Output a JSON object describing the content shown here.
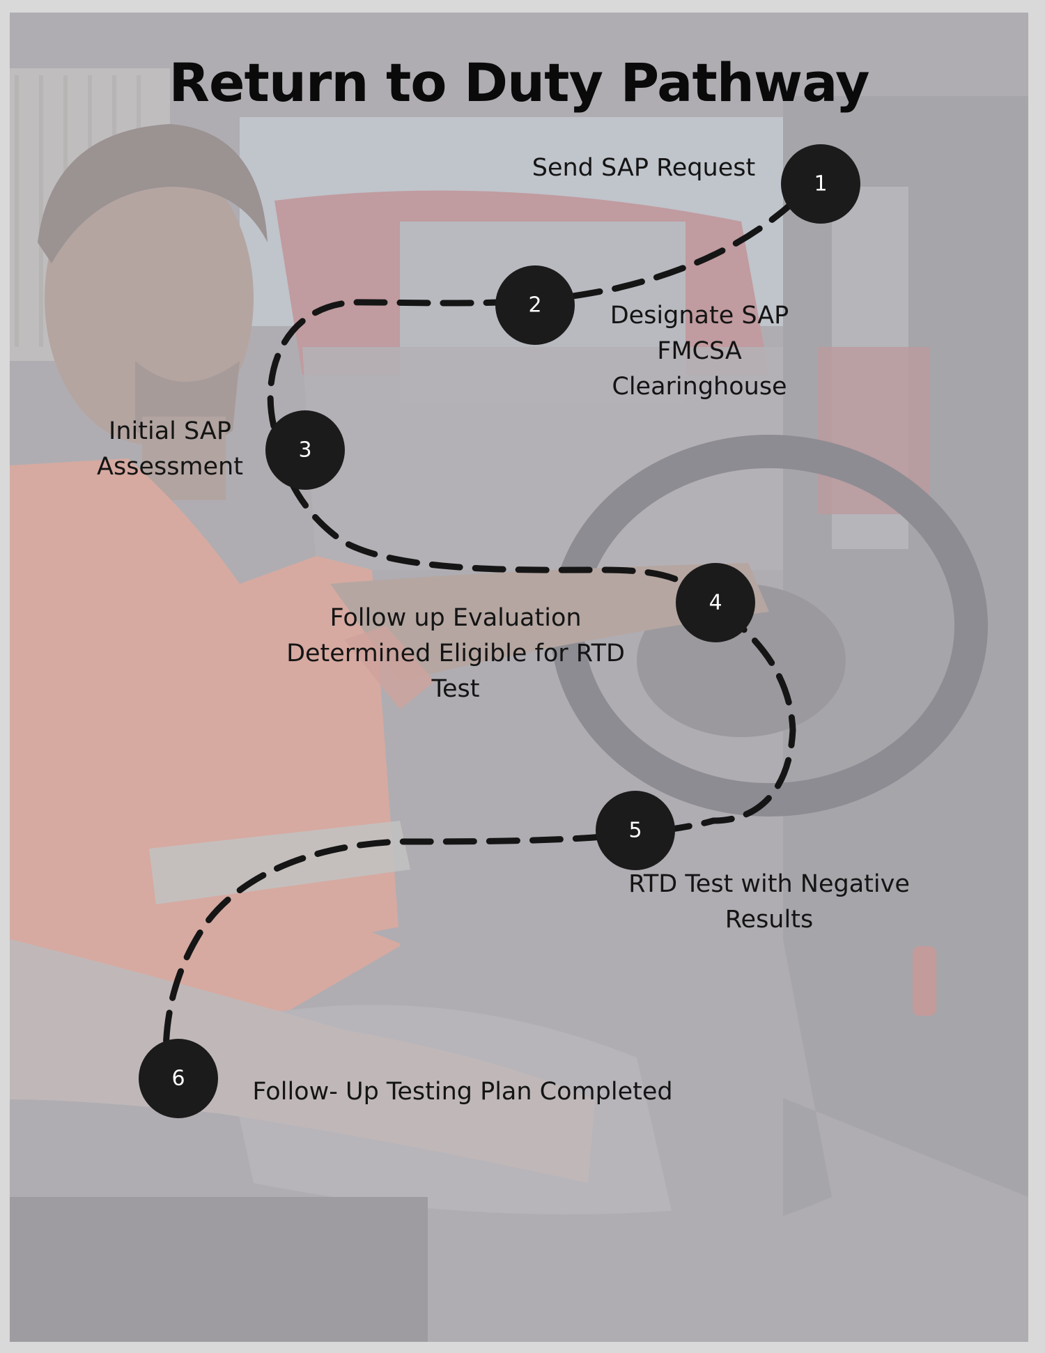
{
  "title": "Return to Duty Pathway",
  "steps": [
    {
      "number": "1",
      "lines": [
        "Send SAP Request"
      ]
    },
    {
      "number": "2",
      "lines": [
        "Designate SAP",
        "FMCSA",
        "Clearinghouse"
      ]
    },
    {
      "number": "3",
      "lines": [
        "Initial SAP",
        "Assessment"
      ]
    },
    {
      "number": "4",
      "lines": [
        "Follow up Evaluation",
        "Determined Eligible for RTD",
        "Test"
      ]
    },
    {
      "number": "5",
      "lines": [
        "RTD Test with Negative",
        "Results"
      ]
    },
    {
      "number": "6",
      "lines": [
        "Follow- Up Testing Plan Completed"
      ]
    }
  ],
  "colors": {
    "node": "#1c1b1c",
    "path": "#151515",
    "vest": "#e7a391",
    "truck_red": "#c08b8e",
    "background_overlay": "#a8a7ab"
  }
}
